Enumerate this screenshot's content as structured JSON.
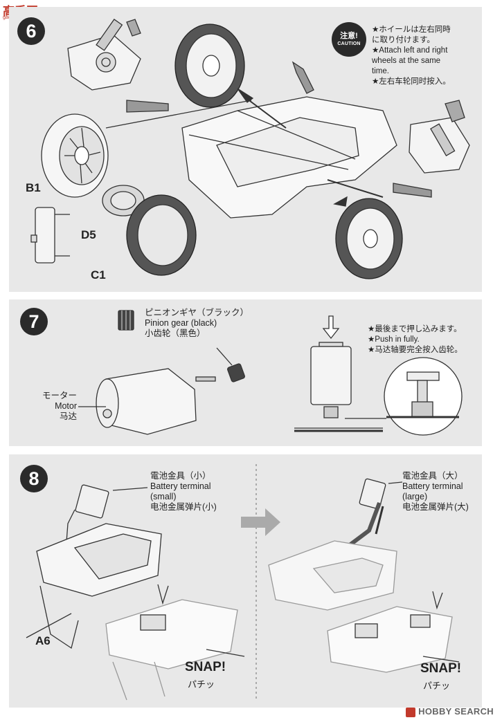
{
  "watermark": {
    "top_text": "高手网",
    "top_sub": "gao·shou.net",
    "footer_text": "HOBBY SEARCH"
  },
  "step6": {
    "number": "6",
    "parts": {
      "b1": "B1",
      "d5": "D5",
      "c1": "C1"
    },
    "caution": {
      "jp": "注意!",
      "en": "CAUTION"
    },
    "notes": [
      "★ホイールは左右同時",
      "に取り付けます。",
      "★Attach left and right",
      "wheels at the same",
      "time.",
      "★左右车轮同时按入。"
    ]
  },
  "step7": {
    "number": "7",
    "pinion": {
      "jp": "ピニオンギヤ（ブラック）",
      "en": "Pinion gear (black)",
      "cn": "小齿轮（黑色）"
    },
    "motor": {
      "jp": "モーター",
      "en": "Motor",
      "cn": "马达"
    },
    "notes": [
      "★最後まで押し込みます。",
      "★Push in fully.",
      "★马达轴要完全按入齿轮。"
    ]
  },
  "step8": {
    "number": "8",
    "small_terminal": {
      "jp": "電池金具（小）",
      "en1": "Battery terminal",
      "en2": "(small)",
      "cn": "电池金属弹片(小)"
    },
    "large_terminal": {
      "jp": "電池金具（大）",
      "en1": "Battery terminal",
      "en2": "(large)",
      "cn": "电池金属弹片(大)"
    },
    "part_a6": "A6",
    "snap_left": {
      "en": "SNAP!",
      "jp": "パチッ"
    },
    "snap_right": {
      "en": "SNAP!",
      "jp": "パチッ"
    }
  }
}
